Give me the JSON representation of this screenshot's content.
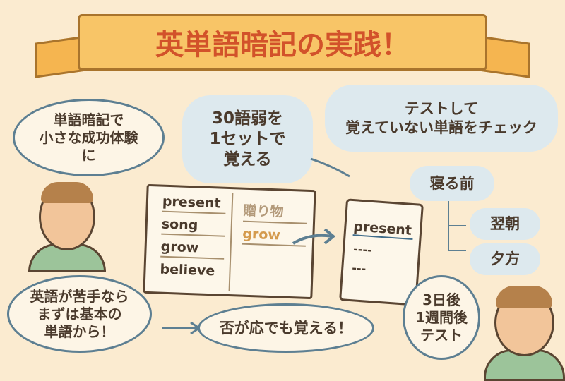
{
  "title": "英単語暗記の実践！",
  "bubble_top_left": [
    "単語暗記で",
    "小さな成功体験",
    "に"
  ],
  "cloud_set": [
    "30語弱を",
    "1セットで",
    "覚える"
  ],
  "test_check": [
    "テストして",
    "覚えていない単語をチェック"
  ],
  "notebook": {
    "left_words": [
      "present",
      "song",
      "grow",
      "believe"
    ],
    "right_words": [
      "贈り物",
      "grow"
    ]
  },
  "memo": {
    "word": "present",
    "dashes": [
      "----",
      "---"
    ]
  },
  "timing": {
    "before_sleep": "寝る前",
    "next_morning": "翌朝",
    "evening": "夕方"
  },
  "bottom_left": [
    "英語が苦手なら",
    "まずは基本の",
    "単語から！"
  ],
  "bottom_center": "否が応でも覚える！",
  "bottom_right": [
    "3日後",
    "1週間後",
    "テスト"
  ],
  "colors": {
    "banner": "#f8c567",
    "title": "#d2522a",
    "background": "#fbebd0",
    "accent": "#5d7f92"
  }
}
